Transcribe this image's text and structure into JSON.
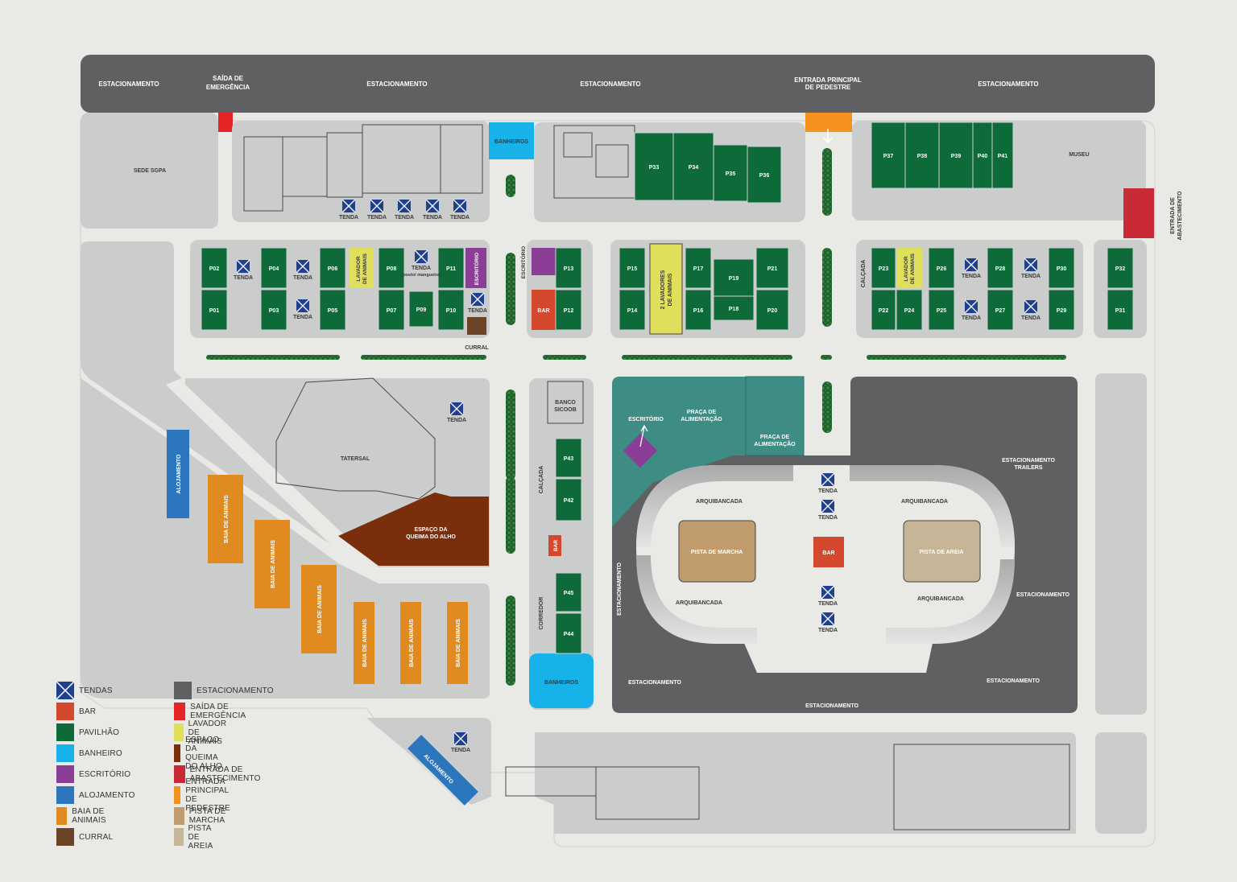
{
  "colors": {
    "background": "#e9eae6",
    "block": "#cbcccc",
    "road_edge": "#b7b8b8",
    "parking": "#5f6061",
    "pavilion": "#0f6a3a",
    "bar": "#d4482e",
    "bathroom": "#17b2ea",
    "office": "#8a3e96",
    "lodging": "#2b76bd",
    "animal_stall": "#e08a20",
    "corral": "#6b4327",
    "emergency_exit": "#e42528",
    "animal_washer": "#dfdf5c",
    "garlic_area": "#7a2e0b",
    "supply_entrance": "#c82a36",
    "pedestrian_entrance": "#f5921e",
    "gait_track": "#c09b6d",
    "sand_track": "#c6b597",
    "food_court": "#3e8d84"
  },
  "top_bar": {
    "parking_1": "ESTACIONAMENTO",
    "emergency_exit": "SAÍDA DE EMERGÊNCIA",
    "parking_2": "ESTACIONAMENTO",
    "parking_3": "ESTACIONAMENTO",
    "pedestrian_entrance": "ENTRADA PRINCIPAL DE PEDESTRE",
    "parking_4": "ESTACIONAMENTO"
  },
  "labels": {
    "sede": "SEDE SGPA",
    "banheiros_top": "BANHEIROS",
    "museu": "MUSEU",
    "supply_entrance": "ENTRADA DE ABASTECIMENTO",
    "tenda": "TENDA",
    "tenda_posto": "TENDA (posto mangueira)",
    "lavador_1": "LAVADOR DE ANIMAIS",
    "lavador_2": "2 LAVADORES DE ANIMAIS",
    "lavador_3": "LAVADOR DE ANIMAIS",
    "escritorio_1": "ESCRITÓRIO",
    "escritorio_2": "ESCRITÓRIO",
    "escritorio_3": "ESCRITÓRIO",
    "curral": "CURRAL",
    "bar_1": "BAR",
    "bar_2": "BAR",
    "bar_3": "BAR",
    "calcada_1": "CALÇADA",
    "calcada_2": "CALÇADA",
    "corredor": "CORREDOR",
    "banco": "BANCO SICOOB",
    "tatersal": "TATERSAL",
    "espaco_alho": "ESPAÇO DA QUEIMA DO ALHO",
    "alojamento_1": "ALOJAMENTO",
    "alojamento_2": "ALOJAMENTO",
    "baia": "BAIA DE ANIMAIS",
    "praca_1": "PRAÇA DE ALIMENTAÇÃO",
    "praca_2": "PRAÇA DE ALIMENTAÇÃO",
    "arquibancada": "ARQUIBANCADA",
    "pista_marcha": "PISTA DE MARCHA",
    "pista_areia": "PISTA DE AREIA",
    "estacionamento": "ESTACIONAMENTO",
    "estacionamento_trailers": "ESTACIONAMENTO TRAILERS",
    "banheiros_bottom": "BANHEIROS"
  },
  "pavilions": [
    "P01",
    "P02",
    "P03",
    "P04",
    "P05",
    "P06",
    "P07",
    "P08",
    "P09",
    "P10",
    "P11",
    "P12",
    "P13",
    "P14",
    "P15",
    "P16",
    "P17",
    "P18",
    "P19",
    "P20",
    "P21",
    "P22",
    "P23",
    "P24",
    "P25",
    "P26",
    "P27",
    "P28",
    "P29",
    "P30",
    "P31",
    "P32",
    "P33",
    "P34",
    "P35",
    "P36",
    "P37",
    "P38",
    "P39",
    "P40",
    "P41",
    "P42",
    "P43",
    "P44",
    "P45"
  ],
  "legend": [
    {
      "label": "TENDAS",
      "color": "#1f3f8f",
      "icon": "tent-x-icon"
    },
    {
      "label": "BAR",
      "color": "#d4482e"
    },
    {
      "label": "PAVILHÃO",
      "color": "#0f6a3a"
    },
    {
      "label": "BANHEIRO",
      "color": "#17b2ea"
    },
    {
      "label": "ESCRITÓRIO",
      "color": "#8a3e96"
    },
    {
      "label": "ALOJAMENTO",
      "color": "#2b76bd"
    },
    {
      "label": "BAIA DE ANIMAIS",
      "color": "#e08a20"
    },
    {
      "label": "CURRAL",
      "color": "#6b4327"
    },
    {
      "label": "ESTACIONAMENTO",
      "color": "#5f6061"
    },
    {
      "label": "SAÍDA DE EMERGÊNCIA",
      "color": "#e42528"
    },
    {
      "label": "LAVADOR DE ANIMAIS",
      "color": "#dfdf5c"
    },
    {
      "label": "ESPAÇO DA QUEIMA DO ALHO",
      "color": "#7a2e0b"
    },
    {
      "label": "ENTRADA DE ABASTECIMENTO",
      "color": "#c82a36"
    },
    {
      "label": "ENTRADA PRINCIPAL DE PEDESTRE",
      "color": "#f5921e"
    },
    {
      "label": "PISTA DE MARCHA",
      "color": "#c09b6d"
    },
    {
      "label": "PISTA DE AREIA",
      "color": "#c6b597"
    }
  ]
}
